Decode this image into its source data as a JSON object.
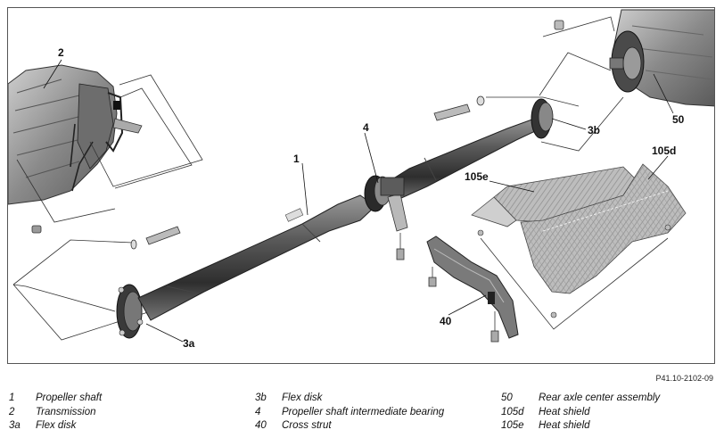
{
  "callouts": {
    "c2": "2",
    "c1": "1",
    "c4": "4",
    "c3a": "3a",
    "c3b": "3b",
    "c50": "50",
    "c40": "40",
    "c105d": "105d",
    "c105e": "105e"
  },
  "figure_reference": "P41.10-2102-09",
  "legend": [
    {
      "number": "1",
      "text": "Propeller shaft"
    },
    {
      "number": "2",
      "text": "Transmission"
    },
    {
      "number": "3a",
      "text": "Flex disk"
    },
    {
      "number": "3b",
      "text": "Flex disk"
    },
    {
      "number": "4",
      "text": "Propeller shaft intermediate bearing"
    },
    {
      "number": "40",
      "text": "Cross strut"
    },
    {
      "number": "50",
      "text": "Rear axle center assembly"
    },
    {
      "number": "105d",
      "text": "Heat shield"
    },
    {
      "number": "105e",
      "text": "Heat shield"
    }
  ]
}
